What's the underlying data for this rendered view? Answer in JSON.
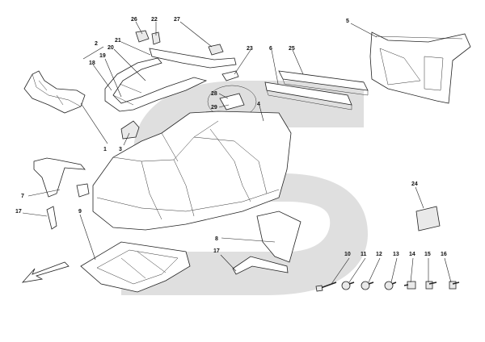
{
  "diagram": {
    "accent_color": "#d9d9d9",
    "callouts": [
      {
        "id": "1",
        "label": "1"
      },
      {
        "id": "2",
        "label": "2"
      },
      {
        "id": "3",
        "label": "3"
      },
      {
        "id": "4",
        "label": "4"
      },
      {
        "id": "5",
        "label": "5"
      },
      {
        "id": "6",
        "label": "6"
      },
      {
        "id": "7",
        "label": "7"
      },
      {
        "id": "8",
        "label": "8"
      },
      {
        "id": "9",
        "label": "9"
      },
      {
        "id": "10",
        "label": "10"
      },
      {
        "id": "11",
        "label": "11"
      },
      {
        "id": "12",
        "label": "12"
      },
      {
        "id": "13",
        "label": "13"
      },
      {
        "id": "14",
        "label": "14"
      },
      {
        "id": "15",
        "label": "15"
      },
      {
        "id": "16",
        "label": "16"
      },
      {
        "id": "17a",
        "label": "17"
      },
      {
        "id": "17b",
        "label": "17"
      },
      {
        "id": "18",
        "label": "18"
      },
      {
        "id": "19",
        "label": "19"
      },
      {
        "id": "20",
        "label": "20"
      },
      {
        "id": "21",
        "label": "21"
      },
      {
        "id": "22",
        "label": "22"
      },
      {
        "id": "23",
        "label": "23"
      },
      {
        "id": "24",
        "label": "24"
      },
      {
        "id": "25",
        "label": "25"
      },
      {
        "id": "26",
        "label": "26"
      },
      {
        "id": "27",
        "label": "27"
      },
      {
        "id": "28",
        "label": "28"
      },
      {
        "id": "29",
        "label": "29"
      }
    ]
  }
}
